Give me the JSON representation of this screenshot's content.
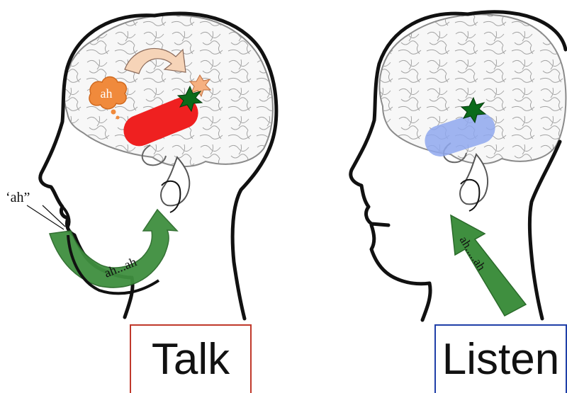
{
  "talk": {
    "quote_label": "‘ah”",
    "bubble_text": "ah",
    "sound_text": "ah...ah",
    "panel_label": "Talk"
  },
  "listen": {
    "sound_text": "ah.....ah",
    "panel_label": "Listen"
  },
  "colors": {
    "motor_region": "#ef2020",
    "auditory_region": "#8fa8ee",
    "arrow_green": "#3f8f3f",
    "feedback_arrow": "#f6d4b8",
    "bubble_orange": "#f08a3c",
    "burst_green": "#0b6b1a",
    "talk_frame": "#c0392b",
    "listen_frame": "#1f3fa8"
  },
  "icons": [
    "speech-bubble-icon",
    "spark-burst-icon",
    "curved-arrow-icon"
  ]
}
